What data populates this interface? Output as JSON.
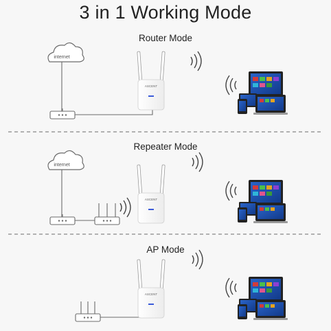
{
  "title": "3 in 1 Working Mode",
  "modes": [
    {
      "label": "Router Mode",
      "cloud_label": "internet",
      "device_brand": "ASCENT"
    },
    {
      "label": "Repeater Mode",
      "cloud_label": "internet",
      "device_brand": "ASCENT"
    },
    {
      "label": "AP Mode",
      "device_brand": "ASCENT"
    }
  ],
  "colors": {
    "background": "#f7f7f7",
    "line": "#6b6b6b",
    "device": "#ffffff",
    "device_shadow": "#d7d7d7",
    "led": "#3a5ad9",
    "screen_blue": "#1f4fb6",
    "divider": "#6b6b6b"
  }
}
